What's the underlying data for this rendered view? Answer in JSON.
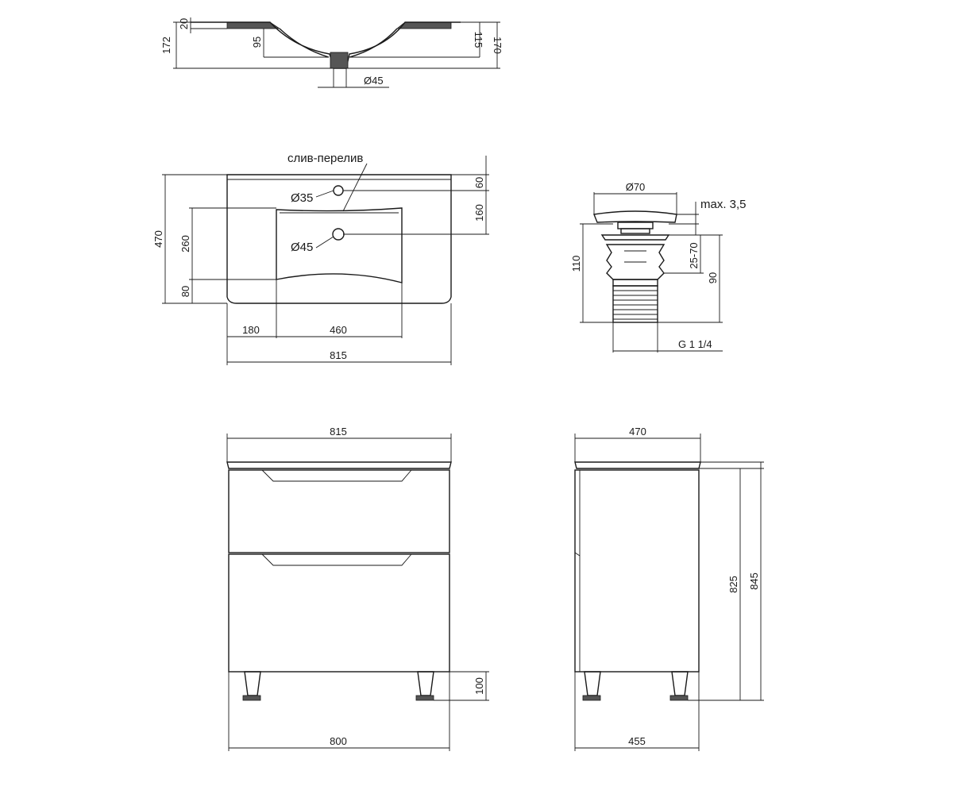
{
  "dims": {
    "top_side_20": "20",
    "top_side_172": "172",
    "top_side_95": "95",
    "top_side_115": "115",
    "top_side_170": "170",
    "top_side_d45": "Ø45",
    "plan_overflow_label": "слив-перелив",
    "plan_d35": "Ø35",
    "plan_d45": "Ø45",
    "plan_60": "60",
    "plan_160": "160",
    "plan_470": "470",
    "plan_260": "260",
    "plan_80": "80",
    "plan_180": "180",
    "plan_460": "460",
    "plan_815": "815",
    "drain_d70": "Ø70",
    "drain_max": "max. 3,5",
    "drain_110": "110",
    "drain_25_70": "25-70",
    "drain_90": "90",
    "drain_thread": "G 1 1/4",
    "front_815": "815",
    "front_100": "100",
    "front_800": "800",
    "side_470": "470",
    "side_825": "825",
    "side_845": "845",
    "side_455": "455"
  }
}
